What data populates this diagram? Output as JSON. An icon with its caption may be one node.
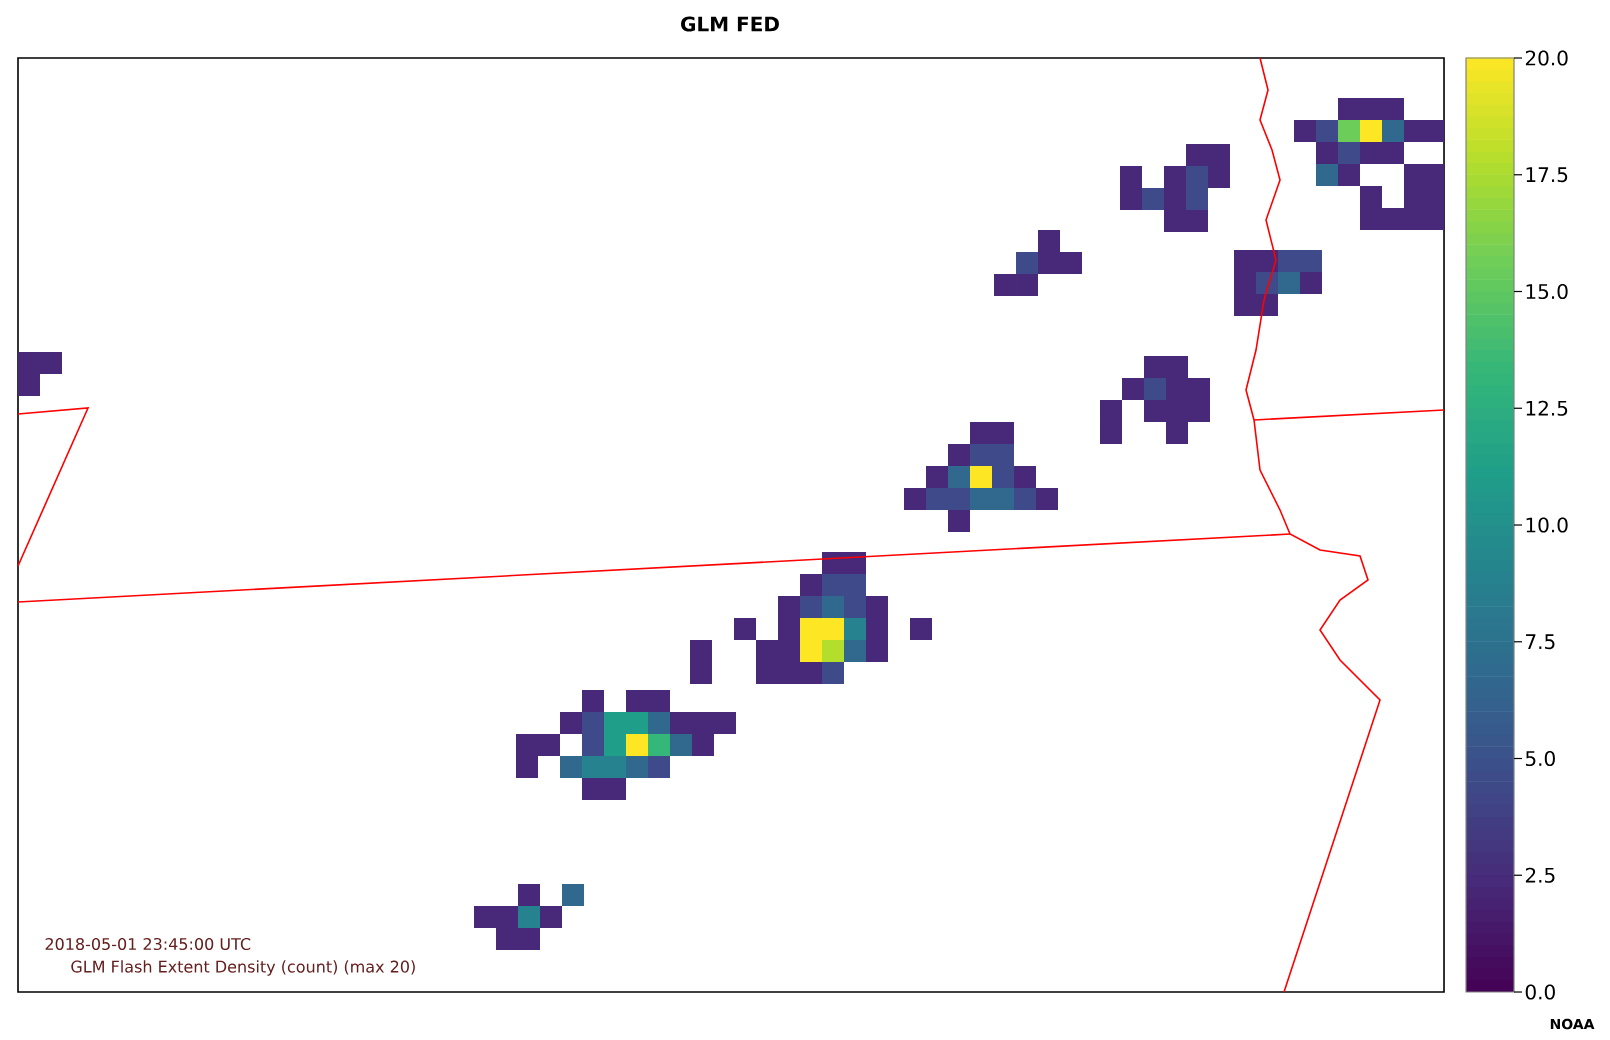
{
  "diagram": {
    "title": "GLM FED",
    "labels": [
      "2018-05-01 23:45:00 UTC",
      "GLM Flash Extent Density (count) (max  20)",
      "20.0",
      "17.5",
      "15.0",
      "12.5",
      "10.0",
      "7.5",
      "5.0",
      "2.5",
      "0.0",
      "NOAA"
    ]
  }
}
